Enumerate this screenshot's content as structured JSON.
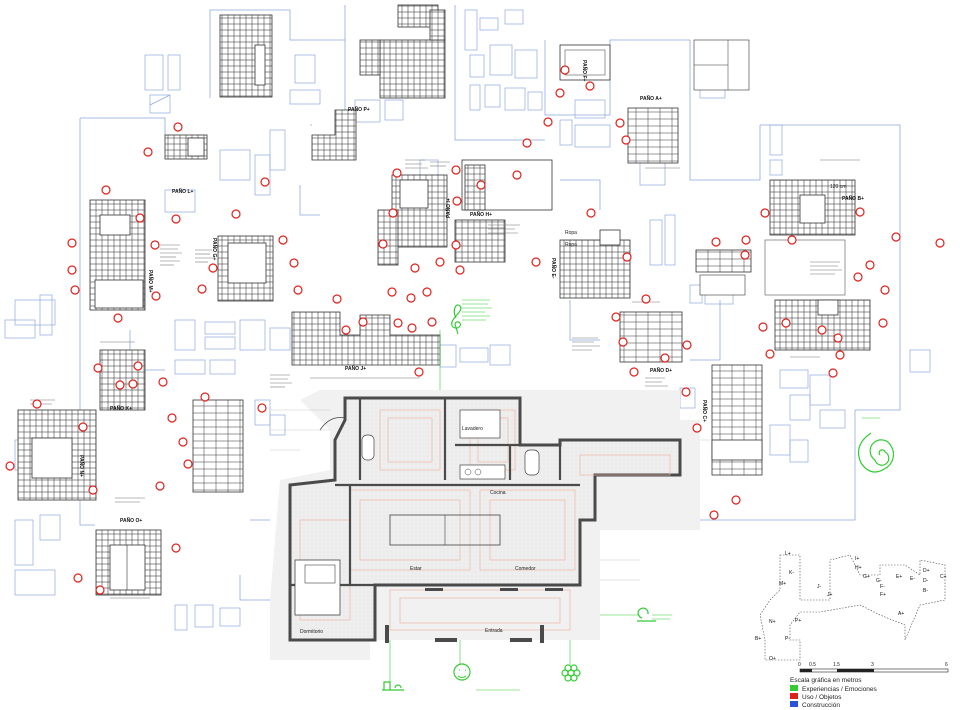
{
  "colors": {
    "experiencias": "#33cc33",
    "uso": "#e0201b",
    "construccion": "#2a52d9",
    "blueprint": "#8fa8e0",
    "wall": "#4a4a4a",
    "floor": "#ebebeb",
    "heating": "#f0b7a4"
  },
  "icons": [
    "treble-clef-icon",
    "spiral-icon",
    "snail-icon",
    "face-icon",
    "hexagon-pattern-icon",
    "toy-icon",
    "object-red-circle-icon"
  ],
  "panels": [
    "PAÑO L+",
    "PAÑO M+",
    "PAÑO K+",
    "PAÑO N+",
    "PAÑO J+",
    "PAÑO G+",
    "PAÑO H+",
    "PAÑO I+",
    "PAÑO E-",
    "PAÑO D+",
    "PAÑO C+",
    "PAÑO B+",
    "PAÑO O+",
    "PAÑO A+",
    "PAÑO F+",
    "PAÑO P+"
  ],
  "sheet_labels": {
    "ropa1": "Ropa",
    "ropa2": "Ropa",
    "dim120": "120 cm",
    "lavadero": "Lavadero",
    "estar": "Estar",
    "dormitorio": "Dormitorio",
    "comedor": "Comedor",
    "entrada": "Entrada",
    "cocina": "Cocina"
  },
  "key_plan_codes": [
    {
      "code": "L+"
    },
    {
      "code": "K-"
    },
    {
      "code": "M+"
    },
    {
      "code": "J-"
    },
    {
      "code": "J+"
    },
    {
      "code": "I+"
    },
    {
      "code": "H+"
    },
    {
      "code": "G+"
    },
    {
      "code": "G-"
    },
    {
      "code": "F-"
    },
    {
      "code": "F+"
    },
    {
      "code": "E+"
    },
    {
      "code": "E-"
    },
    {
      "code": "D+"
    },
    {
      "code": "D-"
    },
    {
      "code": "C+"
    },
    {
      "code": "B-"
    },
    {
      "code": "A+"
    },
    {
      "code": "N+"
    },
    {
      "code": "P+"
    },
    {
      "code": "B+"
    },
    {
      "code": "P-"
    },
    {
      "code": "O+"
    }
  ],
  "scale": {
    "ticks": [
      "0",
      "0.5",
      "1.5",
      "3",
      "6"
    ],
    "caption": "Escala gráfica en metros"
  },
  "legend": [
    {
      "label": "Experiencias / Emociones",
      "color": "#33cc33"
    },
    {
      "label": "Uso / Objetos",
      "color": "#e0201b"
    },
    {
      "label": "Construcción",
      "color": "#2a52d9"
    }
  ]
}
